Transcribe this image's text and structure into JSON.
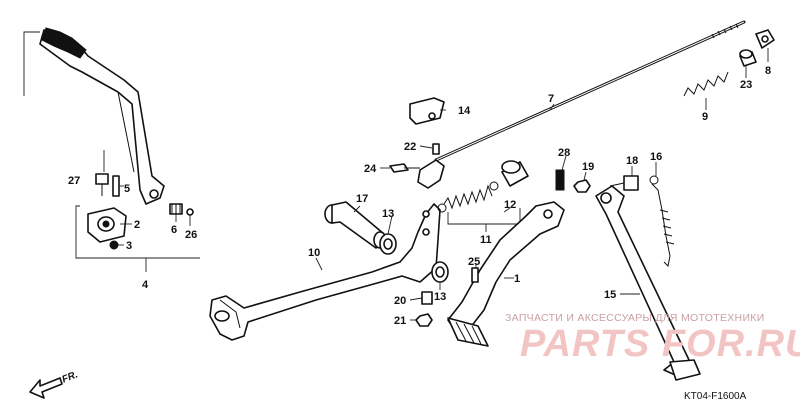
{
  "diagram": {
    "callouts": [
      {
        "id": "c1",
        "text": "1"
      },
      {
        "id": "c2",
        "text": "2"
      },
      {
        "id": "c3",
        "text": "3"
      },
      {
        "id": "c4",
        "text": "4"
      },
      {
        "id": "c5",
        "text": "5"
      },
      {
        "id": "c6",
        "text": "6"
      },
      {
        "id": "c7",
        "text": "7"
      },
      {
        "id": "c8",
        "text": "8"
      },
      {
        "id": "c9",
        "text": "9"
      },
      {
        "id": "c10",
        "text": "10"
      },
      {
        "id": "c11",
        "text": "11"
      },
      {
        "id": "c12",
        "text": "12"
      },
      {
        "id": "c13a",
        "text": "13"
      },
      {
        "id": "c13b",
        "text": "13"
      },
      {
        "id": "c14",
        "text": "14"
      },
      {
        "id": "c15",
        "text": "15"
      },
      {
        "id": "c16",
        "text": "16"
      },
      {
        "id": "c17",
        "text": "17"
      },
      {
        "id": "c18",
        "text": "18"
      },
      {
        "id": "c19",
        "text": "19"
      },
      {
        "id": "c20",
        "text": "20"
      },
      {
        "id": "c21",
        "text": "21"
      },
      {
        "id": "c22",
        "text": "22"
      },
      {
        "id": "c23",
        "text": "23"
      },
      {
        "id": "c24",
        "text": "24"
      },
      {
        "id": "c25",
        "text": "25"
      },
      {
        "id": "c26",
        "text": "26"
      },
      {
        "id": "c27",
        "text": "27"
      },
      {
        "id": "c28",
        "text": "28"
      }
    ],
    "direction_label": "FR.",
    "diagram_code": "KT04-F1600A"
  },
  "watermark": {
    "tagline": "ЗАПЧАСТИ И АКСЕССУАРЫ ДЛЯ МОТОТЕХНИКИ",
    "brand": "PARTS FOR.RU"
  }
}
